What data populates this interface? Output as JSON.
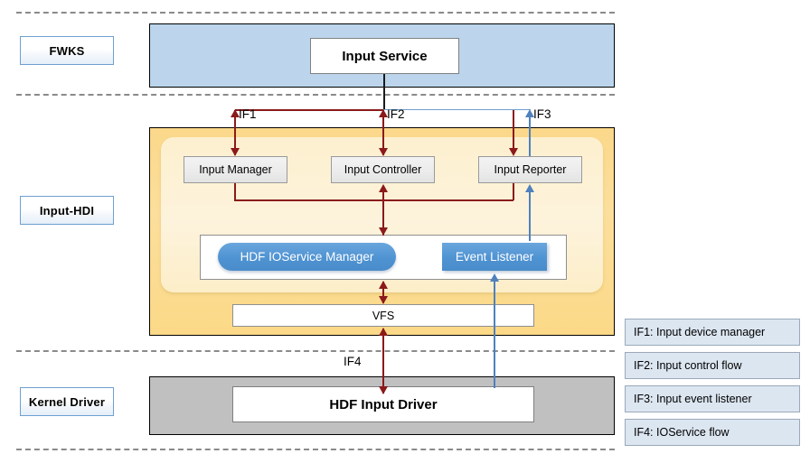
{
  "diagram": {
    "tiers": [
      {
        "label": "FWKS"
      },
      {
        "label": "Input-HDI"
      },
      {
        "label": "Kernel Driver"
      }
    ],
    "fwks": {
      "service": "Input Service"
    },
    "hdi": {
      "modules": [
        {
          "label": "Input Manager"
        },
        {
          "label": "Input Controller"
        },
        {
          "label": "Input Reporter"
        }
      ],
      "core": [
        {
          "label": "HDF IOService Manager",
          "shape": "pill",
          "color": "#4f93d2"
        },
        {
          "label": "Event Listener",
          "shape": "rect",
          "color": "#4f93d2"
        }
      ],
      "vfs": "VFS"
    },
    "kernel": {
      "driver": "HDF Input Driver"
    },
    "edges": [
      {
        "id": "IF1",
        "label": "IF1",
        "color": "#8b1a1a"
      },
      {
        "id": "IF2",
        "label": "IF2",
        "color": "#8b1a1a"
      },
      {
        "id": "IF3",
        "label": "IF3",
        "color": "#4f81bd"
      },
      {
        "id": "IF4",
        "label": "IF4",
        "color": "#8b1a1a"
      }
    ],
    "legend": [
      {
        "text": "IF1: Input device manager"
      },
      {
        "text": "IF2: Input control flow"
      },
      {
        "text": "IF3: Input event listener"
      },
      {
        "text": "IF4:  IOService flow"
      }
    ]
  }
}
